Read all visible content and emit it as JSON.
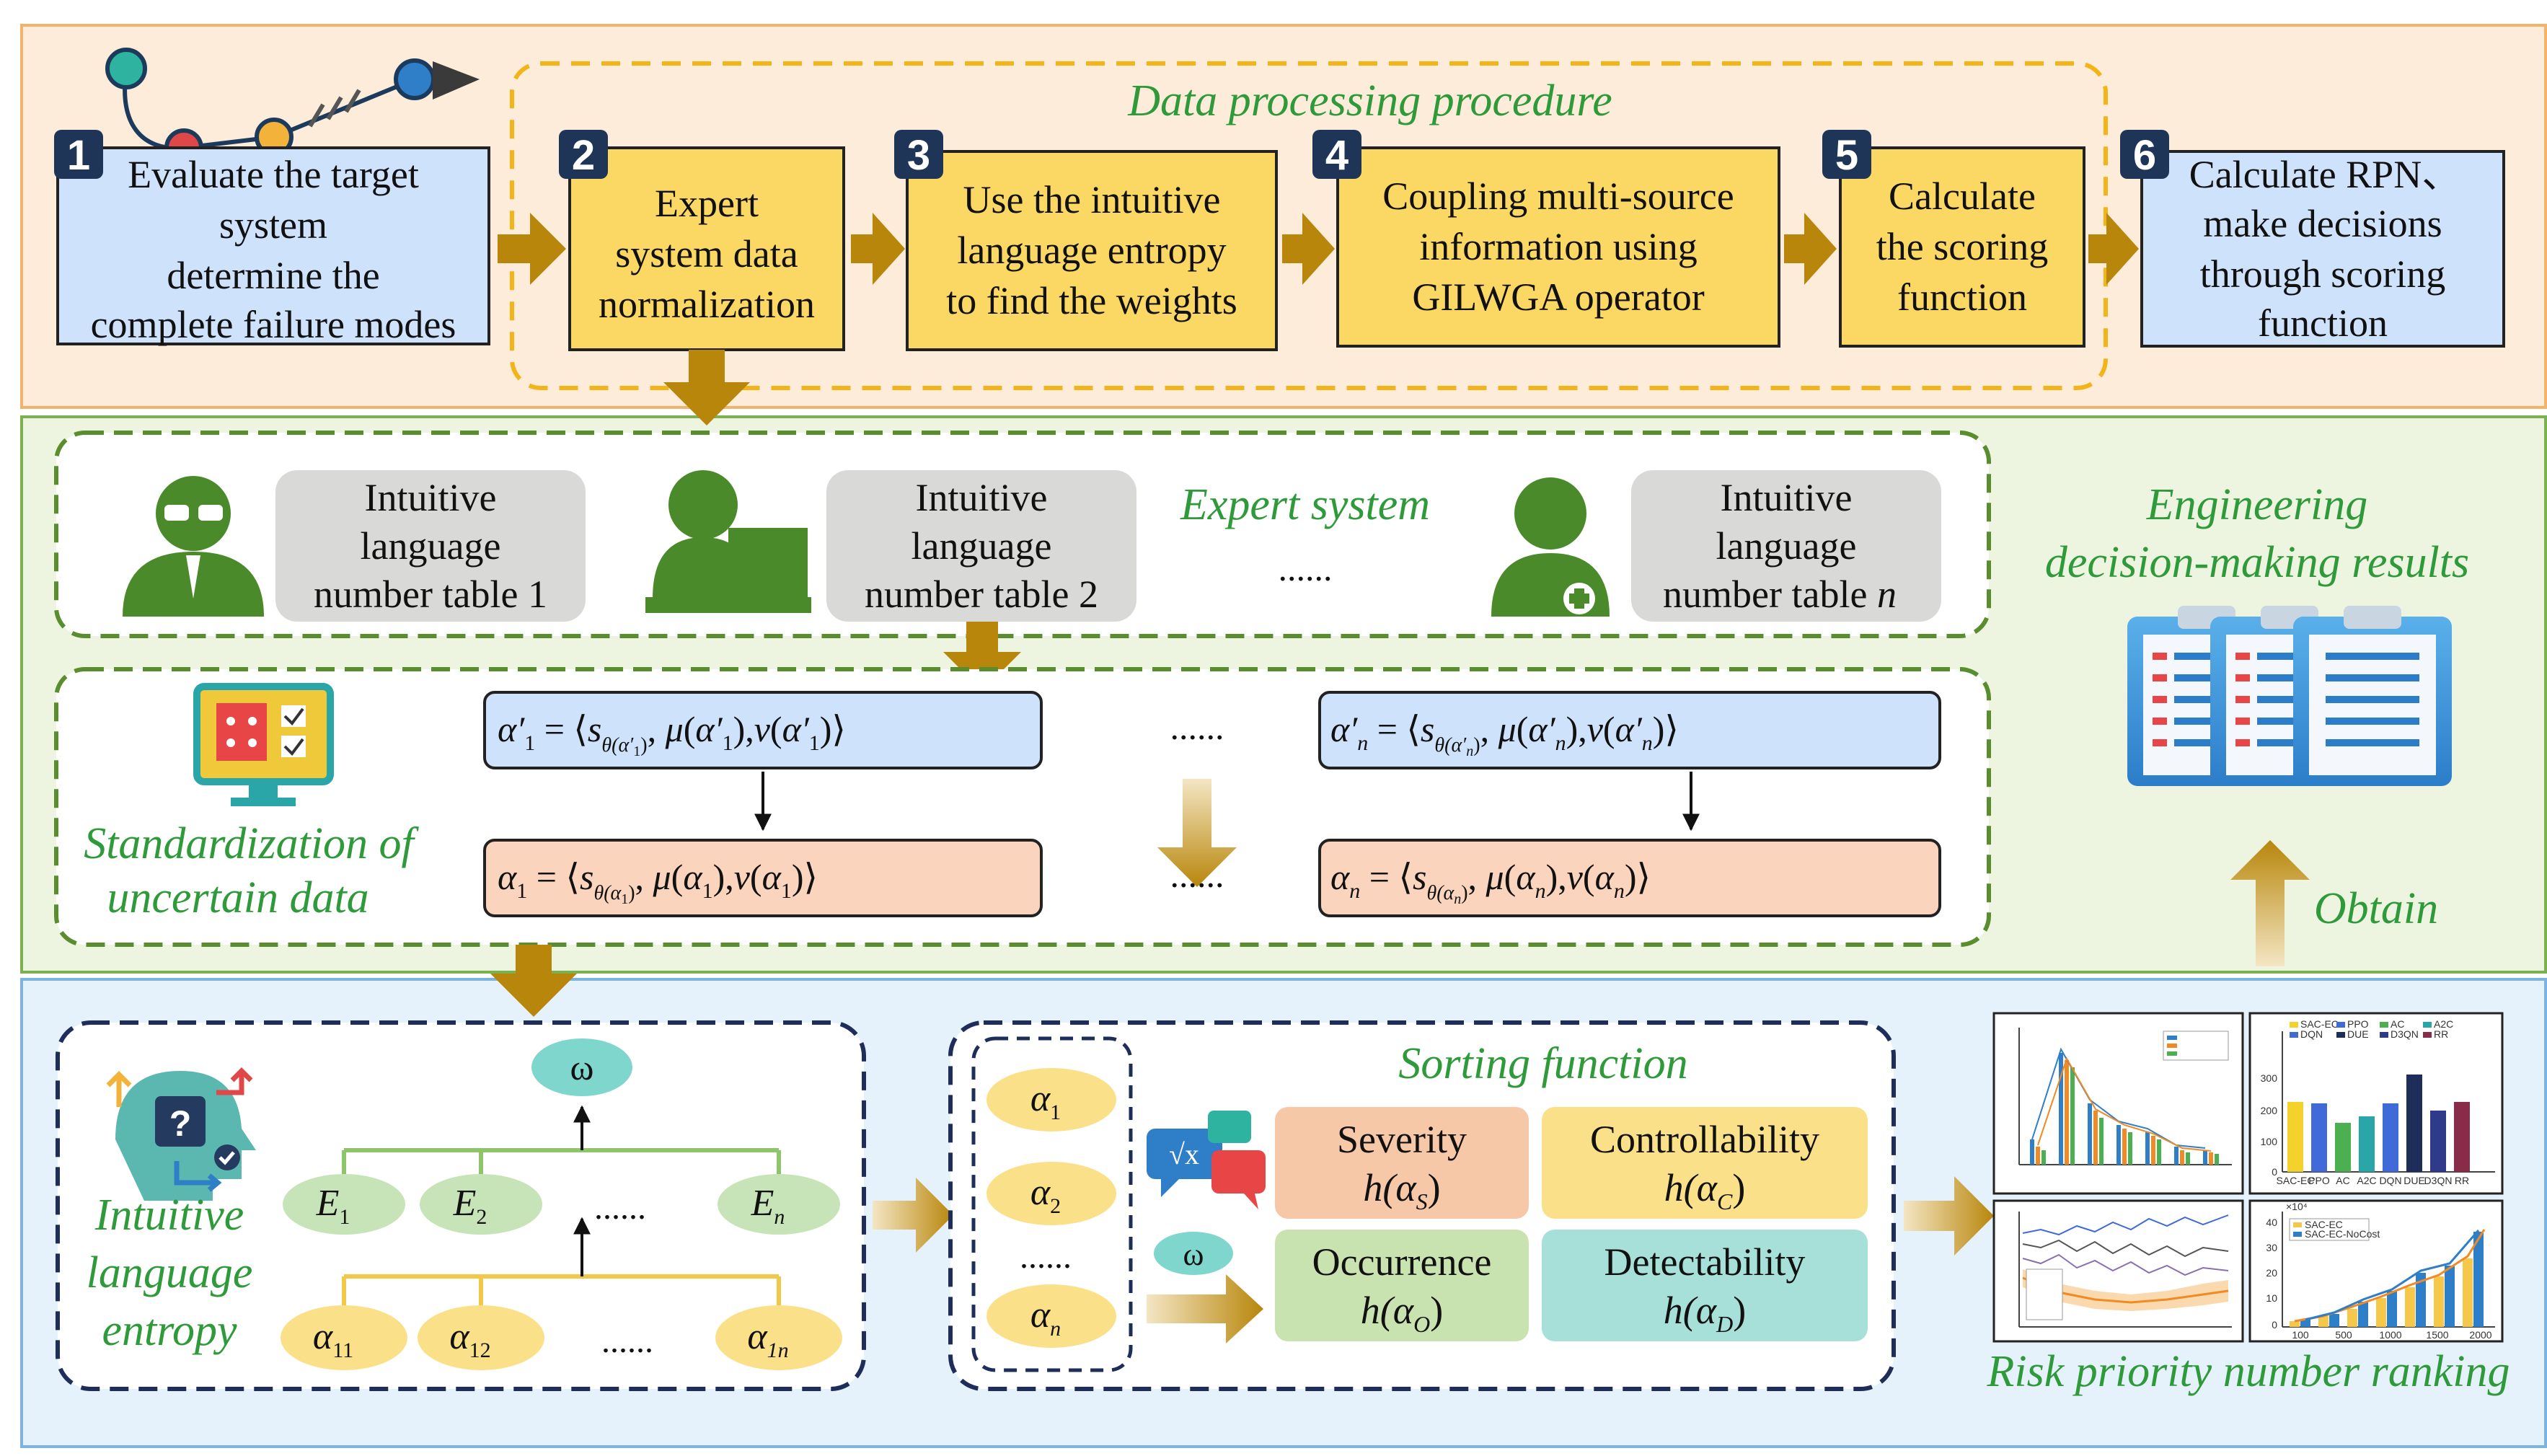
{
  "colors": {
    "top_band": "#fdecd9",
    "mid_band": "#edf5e1",
    "bottom_band": "#e6f2fb",
    "band_border": "#f2b46c",
    "mid_border": "#6fa84a",
    "bottom_border": "#7db3df",
    "blue_box": "#cfe2fb",
    "yellow_box": "#fbd764",
    "gray_box": "#d9d9d7",
    "orange_box": "#fad4bd",
    "green_text": "#2e9a3a",
    "arrow_gold": "#b8860b",
    "badge": "#1f3558",
    "dashed_green": "#5a8d2e",
    "dashed_navy": "#1e2d5a",
    "severity": "#f6c8a8",
    "controllability": "#fbe08a",
    "occurrence": "#c9e3b0",
    "detectability": "#a7e0d8",
    "omega_fill": "#7fd6cc",
    "e_node": "#c6e4b8",
    "alpha_node": "#fbe08a"
  },
  "top_row": {
    "section_label": "Data processing procedure",
    "steps": [
      {
        "number": "1",
        "lines": [
          "Evaluate the target",
          "system",
          "determine the",
          "complete failure modes"
        ]
      },
      {
        "number": "2",
        "lines": [
          "Expert",
          "system data",
          "normalization"
        ]
      },
      {
        "number": "3",
        "lines": [
          "Use the intuitive",
          "language entropy",
          "to find the weights"
        ]
      },
      {
        "number": "4",
        "lines": [
          "Coupling multi-source",
          "information using",
          "GILWGA operator"
        ]
      },
      {
        "number": "5",
        "lines": [
          "Calculate",
          "the scoring",
          "function"
        ]
      },
      {
        "number": "6",
        "lines": [
          "Calculate RPN、",
          "make decisions",
          "through scoring",
          "function"
        ]
      }
    ]
  },
  "expert_system": {
    "label": "Expert system",
    "tables": [
      {
        "lines": [
          "Intuitive",
          "language",
          "number table 1"
        ]
      },
      {
        "lines": [
          "Intuitive",
          "language",
          "number table 2"
        ]
      },
      {
        "lines": [
          "Intuitive",
          "language",
          "number table "
        ],
        "italic_suffix": "n"
      }
    ],
    "ellipsis": "......"
  },
  "standardization": {
    "label_line1": "Standardization  of",
    "label_line2": "uncertain  data",
    "ellipsis": "......",
    "formula_prime_1": "α′₁ = ⟨s_θ(α′₁), μ(α′₁), ν(α′₁)⟩",
    "formula_prime_n": "α′ₙ = ⟨s_θ(α′ₙ), μ(α′ₙ), ν(α′ₙ)⟩",
    "formula_1": "α₁ = ⟨s_θ(α₁), μ(α₁), ν(α₁)⟩",
    "formula_n": "αₙ = ⟨s_θ(αₙ), μ(αₙ), ν(αₙ)⟩"
  },
  "results": {
    "label_line1": "Engineering",
    "label_line2": "decision-making results",
    "obtain": "Obtain"
  },
  "entropy": {
    "label_lines": [
      "Intuitive",
      "language",
      "entropy"
    ],
    "omega": "ω",
    "e_nodes": [
      {
        "main": "E",
        "sub": "1"
      },
      {
        "main": "E",
        "sub": "2"
      },
      {
        "main": "E",
        "sub": "n"
      }
    ],
    "alpha_nodes": [
      {
        "main": "α",
        "sub": "11"
      },
      {
        "main": "α",
        "sub": "12"
      },
      {
        "main": "α",
        "sub": "1n"
      }
    ],
    "ellipsis": "......"
  },
  "sorting": {
    "label": "Sorting  function",
    "alpha_list": [
      {
        "main": "α",
        "sub": "1"
      },
      {
        "main": "α",
        "sub": "2"
      },
      {
        "main": "α",
        "sub": "n"
      }
    ],
    "ellipsis": "......",
    "omega": "ω",
    "boxes": [
      {
        "title": "Severity",
        "func": "h(α",
        "sub": "S",
        "close": ")"
      },
      {
        "title": "Controllability",
        "func": "h(α",
        "sub": "C",
        "close": ")"
      },
      {
        "title": "Occurrence",
        "func": "h(α",
        "sub": "O",
        "close": ")"
      },
      {
        "title": "Detectability",
        "func": "h(α",
        "sub": "D",
        "close": ")"
      }
    ]
  },
  "ranking": {
    "label": "Risk priority number ranking",
    "chart_tr_legend": [
      "SAC-EC",
      "PPO",
      "AC",
      "A2C",
      "DQN",
      "DUE",
      "D3QN",
      "RR"
    ],
    "chart_tr_x": [
      "SAC-EC",
      "PPO",
      "AC",
      "A2C",
      "DQN",
      "DUE",
      "D3QN",
      "RR"
    ],
    "chart_tr_y": [
      "300",
      "200",
      "100",
      "0"
    ],
    "chart_br_x": [
      "100",
      "500",
      "1000",
      "1500",
      "2000"
    ],
    "chart_br_y": [
      "40",
      "30",
      "20",
      "10",
      "0"
    ],
    "chart_br_legend": [
      "SAC-EC",
      "SAC-EC-NoCost"
    ],
    "chart_br_exp": "×10⁴"
  }
}
